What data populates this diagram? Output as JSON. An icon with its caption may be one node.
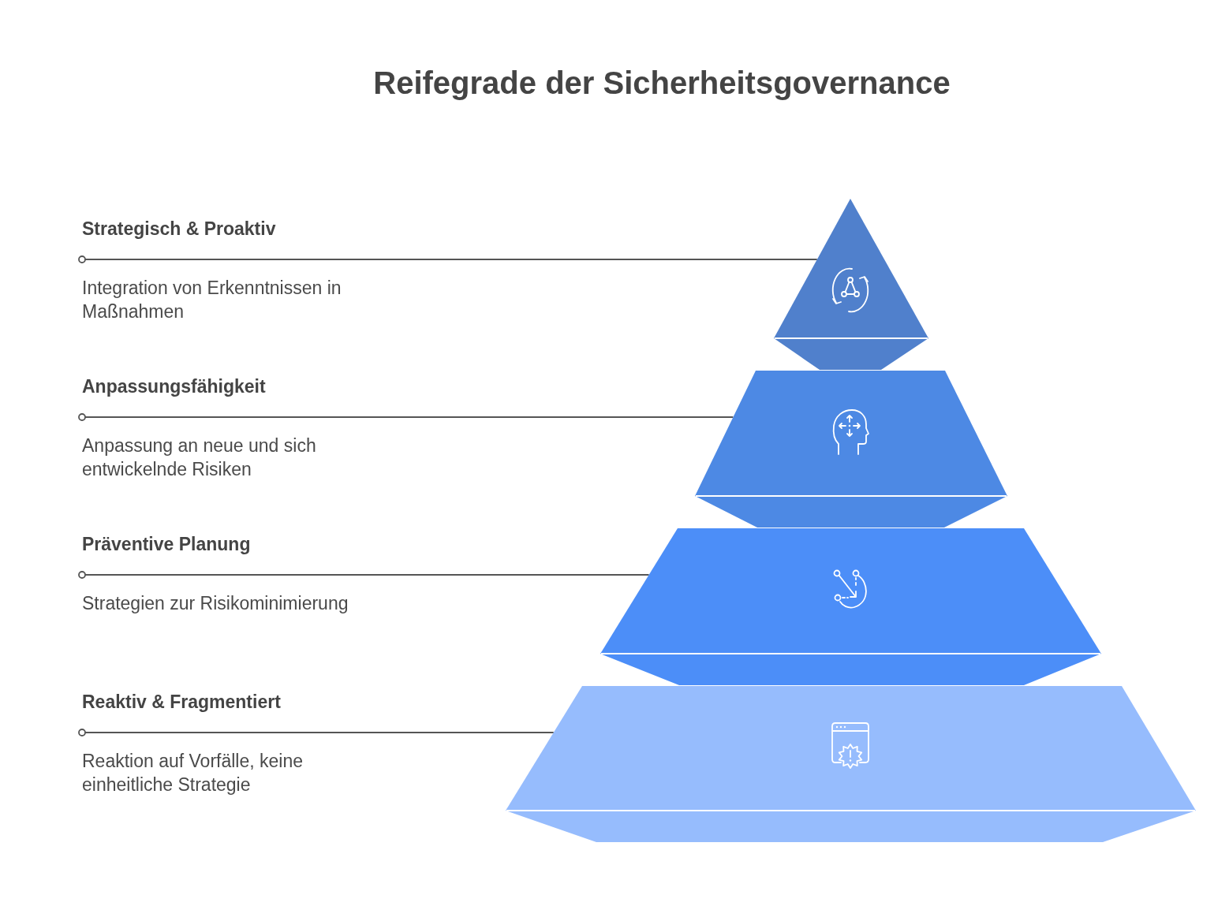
{
  "diagram": {
    "title": "Reifegrade der Sicherheitsgovernance",
    "nodes": [
      {
        "text": [
          "Strategisch & Proaktiv",
          "Integration von Erkenntnissen in Maßnahmen"
        ]
      },
      {
        "text": [],
        "shape": "triangle"
      },
      {
        "text": [
          "Anpassungsfähigkeit",
          "Anpassung an neue und sich entwickelnde Risiken"
        ]
      },
      {
        "text": [],
        "shape": "trapezoid"
      },
      {
        "text": [
          "Präventive Planung",
          "Strategien zur Risikominimierung"
        ]
      },
      {
        "text": [],
        "shape": "trapezoid"
      },
      {
        "text": [
          "Reaktiv & Fragmentiert",
          "Reaktion auf Vorfälle, keine einheitliche Strategie"
        ]
      },
      {
        "text": [],
        "shape": "trapezoid"
      }
    ],
    "edges": [
      {
        "from": 0,
        "to": 1,
        "arrow": "other"
      },
      {
        "from": 2,
        "to": 3,
        "arrow": "other"
      },
      {
        "from": 4,
        "to": 5,
        "arrow": "other"
      },
      {
        "from": 6,
        "to": 7,
        "arrow": "other"
      }
    ]
  }
}
